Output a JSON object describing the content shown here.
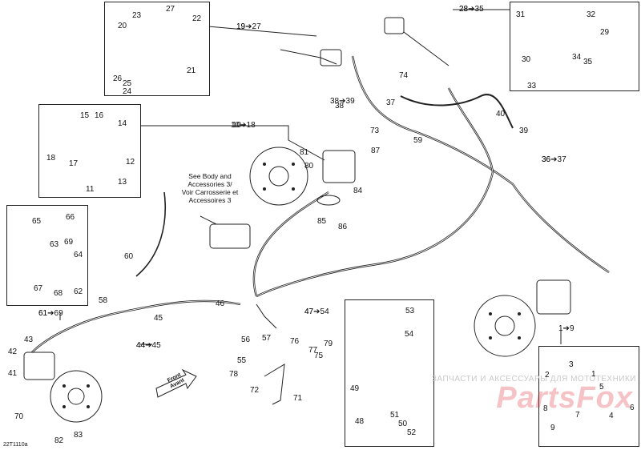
{
  "diagram": {
    "code": "22T1110a",
    "note_lines": [
      "See Body and",
      "Accessories 3/",
      "Voir Carrosserie et",
      "Accessoires 3"
    ],
    "front_lines": [
      "Front",
      "Avant"
    ],
    "watermark_text": "ЗАПЧАСТИ И АКСЕССУАРЫ ДЛЯ МОТОТЕХНИКИ",
    "watermark_brand": "PartsFox",
    "refs": {
      "r1": "19➔27",
      "r2": "28➔35",
      "r3": "10➔18",
      "r4": "38➔39",
      "r5": "36➔37",
      "r6": "61➔69",
      "r7": "44➔45",
      "r8": "47➔54",
      "r9": "1➔9"
    },
    "callouts": [
      "23",
      "27",
      "22",
      "20",
      "26",
      "25",
      "24",
      "21",
      "11",
      "16",
      "14",
      "15",
      "18",
      "17",
      "12",
      "13",
      "10",
      "65",
      "66",
      "63",
      "69",
      "64",
      "67",
      "68",
      "62",
      "43",
      "42",
      "41",
      "70",
      "83",
      "82",
      "60",
      "58",
      "45",
      "46",
      "81",
      "80",
      "84",
      "85",
      "86",
      "87",
      "59",
      "73",
      "74",
      "40",
      "39",
      "37",
      "38",
      "57",
      "56",
      "55",
      "78",
      "72",
      "71",
      "75",
      "76",
      "77",
      "79",
      "53",
      "54",
      "49",
      "48",
      "51",
      "50",
      "52",
      "3",
      "2",
      "4",
      "1",
      "9",
      "7",
      "8",
      "5",
      "6",
      "31",
      "30",
      "32",
      "29",
      "33",
      "34",
      "35",
      "28",
      "36",
      "44",
      "47",
      "61",
      "19"
    ]
  }
}
